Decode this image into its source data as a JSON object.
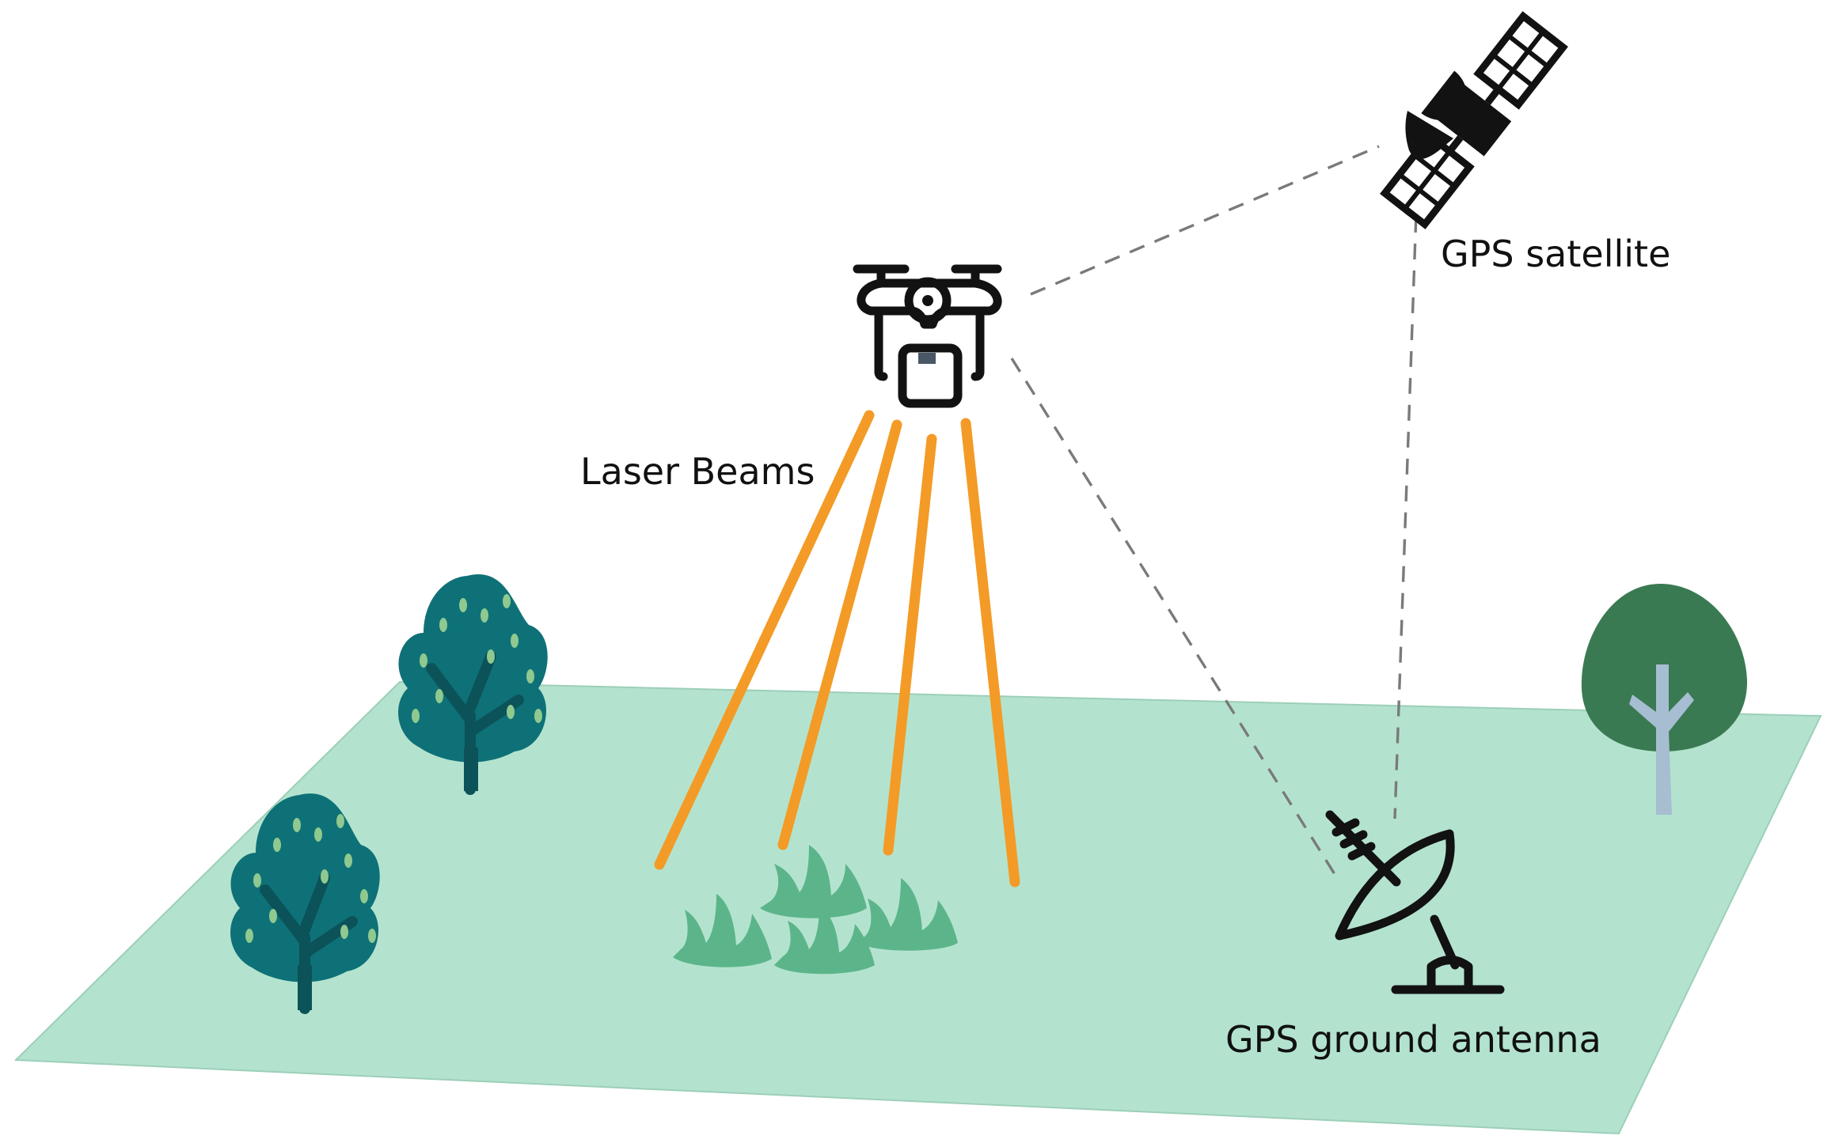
{
  "labels": {
    "laser": "Laser Beams",
    "satellite": "GPS satellite",
    "antenna": "GPS ground antenna"
  },
  "colors": {
    "ground": "#b3e3cf",
    "ground_edge": "#9ccfb8",
    "beam": "#f39b26",
    "tree_dark": "#0e7177",
    "tree_trunk": "#0c5259",
    "leaf_dot": "#8fc98f",
    "bush": "#5cb58a",
    "right_tree": "#3a7a52",
    "right_tree_trunk": "#a7bdd1",
    "ink": "#121212",
    "dashed_line": "#7a7a7a"
  },
  "icons": [
    "drone-icon",
    "satellite-icon",
    "satellite-dish-icon",
    "tree-icon",
    "bush-icon"
  ]
}
